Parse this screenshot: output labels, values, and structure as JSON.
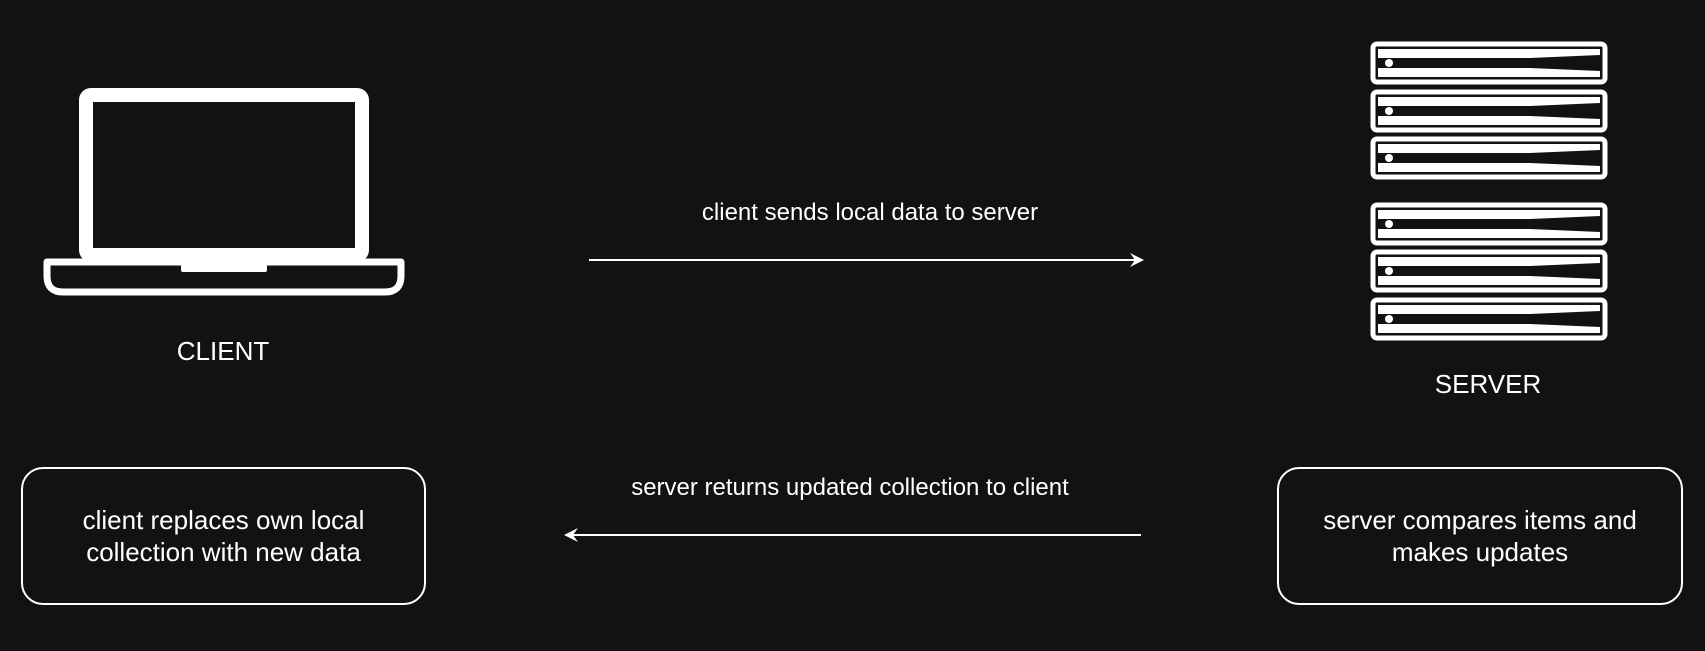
{
  "nodes": {
    "client": {
      "label": "CLIENT",
      "icon": "laptop-icon"
    },
    "server": {
      "label": "SERVER",
      "icon": "server-rack-icon"
    }
  },
  "edges": {
    "send": {
      "label": "client sends local data to server",
      "direction": "client-to-server"
    },
    "return": {
      "label": "server returns updated collection to client",
      "direction": "server-to-client"
    }
  },
  "notes": {
    "client": "client replaces own local collection with new data",
    "server": "server compares items and makes updates"
  },
  "colors": {
    "background": "#121212",
    "foreground": "#ffffff"
  }
}
